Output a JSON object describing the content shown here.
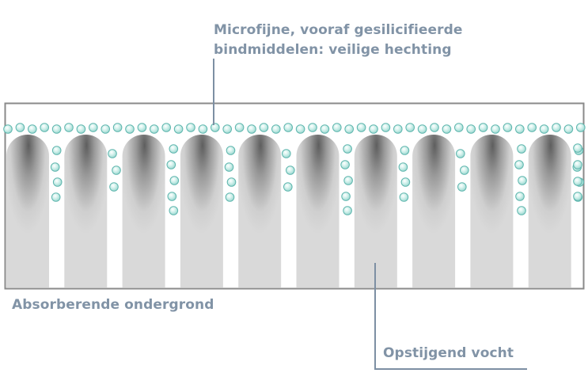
{
  "labels": {
    "top_line1": "Microfijne, vooraf gesilicifieerde",
    "top_line2": "bindmiddelen: veilige hechting",
    "left": "Absorberende ondergrond",
    "right": "Opstijgend vocht"
  },
  "colors": {
    "text": "#8193a6",
    "leader": "#7d8fa3",
    "frame": "#8a8a8a",
    "pillar": "#d8d8d8",
    "pillar_shade": "#6c6c6c",
    "bead_fill": "#c5ebe5",
    "bead_edge": "#5fb6ae"
  },
  "pillar_count": 10
}
